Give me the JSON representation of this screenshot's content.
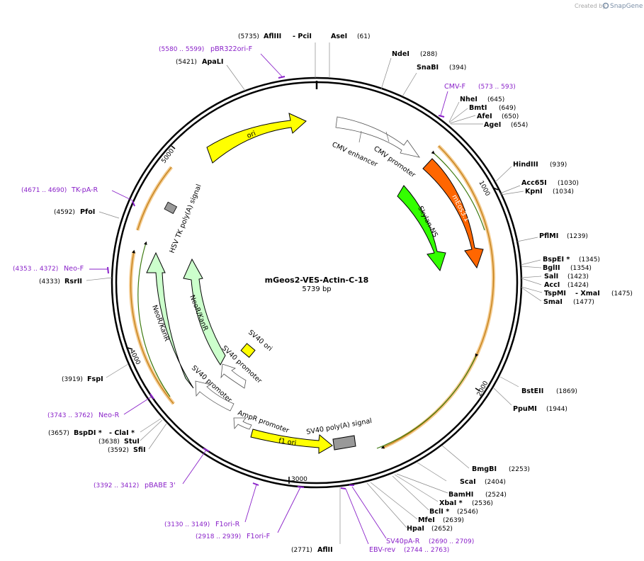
{
  "credit": {
    "created_by": "Created by",
    "brand": "SnapGene"
  },
  "plasmid": {
    "name": "mGeos2-VES-Actin-C-18",
    "size": "5739 bp"
  },
  "ticks": [
    "1000",
    "2000",
    "3000",
    "4000",
    "5000"
  ],
  "features": {
    "ori": "ori",
    "cmv_enhancer": "CMV enhancer",
    "cmv_promoter": "CMV promoter",
    "meos": "mEos3.1",
    "skylan": "Skylan-NS",
    "hsv_tk": "HSV TK poly(A) signal",
    "neor_outer": "NeoR/KanR",
    "neor_inner": "NeoR/KanR",
    "sv40_ori": "SV40 ori",
    "sv40_promoter_inner": "SV40 promoter",
    "sv40_promoter_outer": "SV40 promoter",
    "ampr_promoter": "AmpR promoter",
    "f1_ori": "f1 ori",
    "sv40_polya": "SV40 poly(A) signal"
  },
  "enzymes": {
    "e5735": {
      "pos": "(5735)",
      "name": "AflIII",
      "name2": "- PciI"
    },
    "e61": {
      "name": "AseI",
      "pos": "(61)"
    },
    "e5421": {
      "pos": "(5421)",
      "name": "ApaLI"
    },
    "e288": {
      "name": "NdeI",
      "pos": "(288)"
    },
    "e394": {
      "name": "SnaBI",
      "pos": "(394)"
    },
    "e645": {
      "name": "NheI",
      "pos": "(645)"
    },
    "e649": {
      "name": "BmtI",
      "pos": "(649)"
    },
    "e650": {
      "name": "AfeI",
      "pos": "(650)"
    },
    "e654": {
      "name": "AgeI",
      "pos": "(654)"
    },
    "e939": {
      "name": "HindIII",
      "pos": "(939)"
    },
    "e1030": {
      "name": "Acc65I",
      "pos": "(1030)"
    },
    "e1034": {
      "name": "KpnI",
      "pos": "(1034)"
    },
    "e1239": {
      "name": "PflMI",
      "pos": "(1239)"
    },
    "e1345": {
      "name": "BspEI *",
      "pos": "(1345)"
    },
    "e1354": {
      "name": "BglII",
      "pos": "(1354)"
    },
    "e1423": {
      "name": "SalI",
      "pos": "(1423)"
    },
    "e1424": {
      "name": "AccI",
      "pos": "(1424)"
    },
    "e1475": {
      "name": "TspMI",
      "name2": "- XmaI",
      "pos": "(1475)"
    },
    "e1477": {
      "name": "SmaI",
      "pos": "(1477)"
    },
    "e1869": {
      "name": "BstEII",
      "pos": "(1869)"
    },
    "e1944": {
      "name": "PpuMI",
      "pos": "(1944)"
    },
    "e2253": {
      "name": "BmgBI",
      "pos": "(2253)"
    },
    "e2404": {
      "name": "ScaI",
      "pos": "(2404)"
    },
    "e2524": {
      "name": "BamHI",
      "pos": "(2524)"
    },
    "e2536": {
      "name": "XbaI *",
      "pos": "(2536)"
    },
    "e2546": {
      "name": "BclI *",
      "pos": "(2546)"
    },
    "e2639": {
      "name": "MfeI",
      "pos": "(2639)"
    },
    "e2652": {
      "name": "HpaI",
      "pos": "(2652)"
    },
    "e2771": {
      "pos": "(2771)",
      "name": "AflII"
    },
    "e4592": {
      "pos": "(4592)",
      "name": "PfoI"
    },
    "e4333": {
      "pos": "(4333)",
      "name": "RsrII"
    },
    "e3919": {
      "pos": "(3919)",
      "name": "FspI"
    },
    "e3657": {
      "pos": "(3657)",
      "name": "BspDI *",
      "name2": "- ClaI *"
    },
    "e3638": {
      "pos": "(3638)",
      "name": "StuI"
    },
    "e3592": {
      "pos": "(3592)",
      "name": "SfiI"
    }
  },
  "primers": {
    "pbr322": {
      "range": "(5580 .. 5599)",
      "name": "pBR322ori-F"
    },
    "cmvf": {
      "name": "CMV-F",
      "range": "(573 .. 593)"
    },
    "tkpa": {
      "range": "(4671 .. 4690)",
      "name": "TK-pA-R"
    },
    "neof": {
      "range": "(4353 .. 4372)",
      "name": "Neo-F"
    },
    "neor": {
      "range": "(3743 .. 3762)",
      "name": "Neo-R"
    },
    "pbabe": {
      "range": "(3392 .. 3412)",
      "name": "pBABE 3'"
    },
    "f1orir": {
      "range": "(3130 .. 3149)",
      "name": "F1ori-R"
    },
    "f1orif": {
      "range": "(2918 .. 2939)",
      "name": "F1ori-F"
    },
    "sv40pa": {
      "name": "SV40pA-R",
      "range": "(2690 .. 2709)"
    },
    "ebv": {
      "name": "EBV-rev",
      "range": "(2744 .. 2763)"
    }
  },
  "colors": {
    "ori": "#ffff00",
    "f1ori": "#ffff00",
    "sv40ori": "#ffff00",
    "meos": "#ff6600",
    "skylan": "#33ff00",
    "neor": "#ccffcc",
    "promoter": "#ffffff",
    "polya": "#999999",
    "primer": "#8a22c9",
    "orf_track": "#f3c98b"
  }
}
